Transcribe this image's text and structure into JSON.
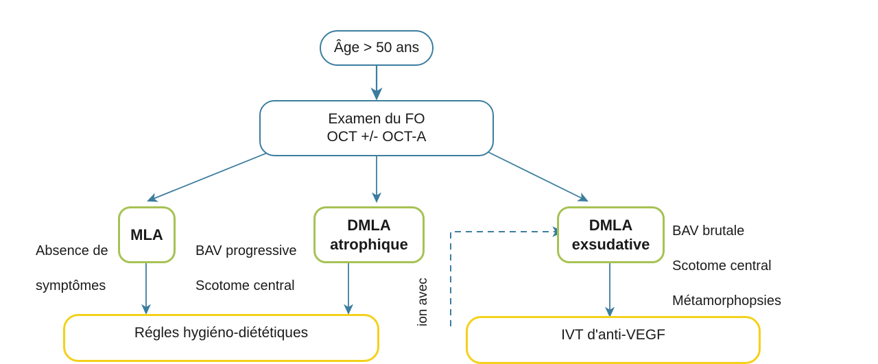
{
  "diagram": {
    "title": "Arbre decisionnel DMLA",
    "colors": {
      "blue_border": "#3b7d9e",
      "green_border": "#a6c253",
      "yellow_border": "#f4d11a",
      "arrow": "#3b7d9e",
      "text": "#1a1a1a",
      "background": "#ffffff"
    },
    "nodes": {
      "age": {
        "line1": "Âge > 50 ans"
      },
      "examen": {
        "line1": "Examen du FO",
        "line2": "OCT +/- OCT-A"
      },
      "mla": {
        "line1": "MLA"
      },
      "dmla_atrophique": {
        "line1": "DMLA",
        "line2": "atrophique"
      },
      "dmla_exsudative": {
        "line1": "DMLA",
        "line2": "exsudative"
      },
      "traitement_left": {
        "line1": "Régles hygiéno-diététiques"
      },
      "traitement_right": {
        "line1": "IVT d'anti-VEGF"
      }
    },
    "labels": {
      "absence_symptomes": {
        "line1": "Absence de",
        "line2": "symptômes"
      },
      "bav_progressive": {
        "line1": "BAV progressive",
        "line2": "Scotome central"
      },
      "symptomes_exsudative": {
        "line1": "BAV brutale",
        "line2": "Scotome central",
        "line3": "Métamorphopsies"
      },
      "evolution_avec": "ion avec"
    }
  }
}
